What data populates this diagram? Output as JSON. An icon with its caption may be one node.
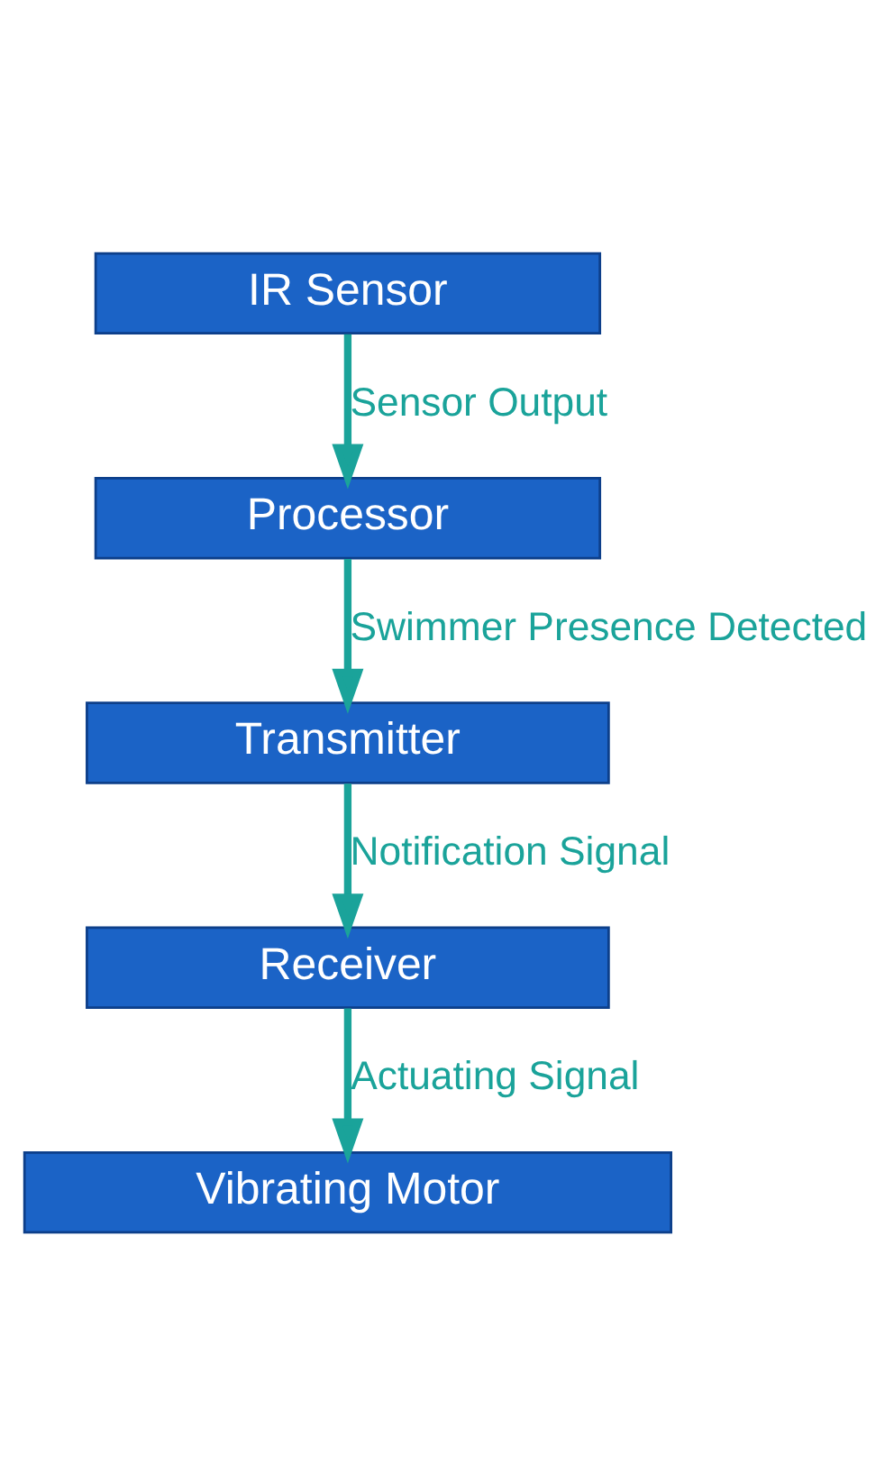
{
  "diagram": {
    "nodes": [
      {
        "text": [
          "IR Sensor"
        ]
      },
      {
        "text": [
          "Processor"
        ]
      },
      {
        "text": [
          "Transmitter"
        ]
      },
      {
        "text": [
          "Receiver"
        ]
      },
      {
        "text": [
          "Vibrating Motor"
        ]
      }
    ],
    "edges": [
      {
        "from": 0,
        "to": 1,
        "arrow": "to",
        "label": "Sensor Output"
      },
      {
        "from": 1,
        "to": 2,
        "arrow": "to",
        "label": "Swimmer Presence Detected"
      },
      {
        "from": 2,
        "to": 3,
        "arrow": "to",
        "label": "Notification Signal"
      },
      {
        "from": 3,
        "to": 4,
        "arrow": "to",
        "label": "Actuating Signal"
      }
    ]
  }
}
